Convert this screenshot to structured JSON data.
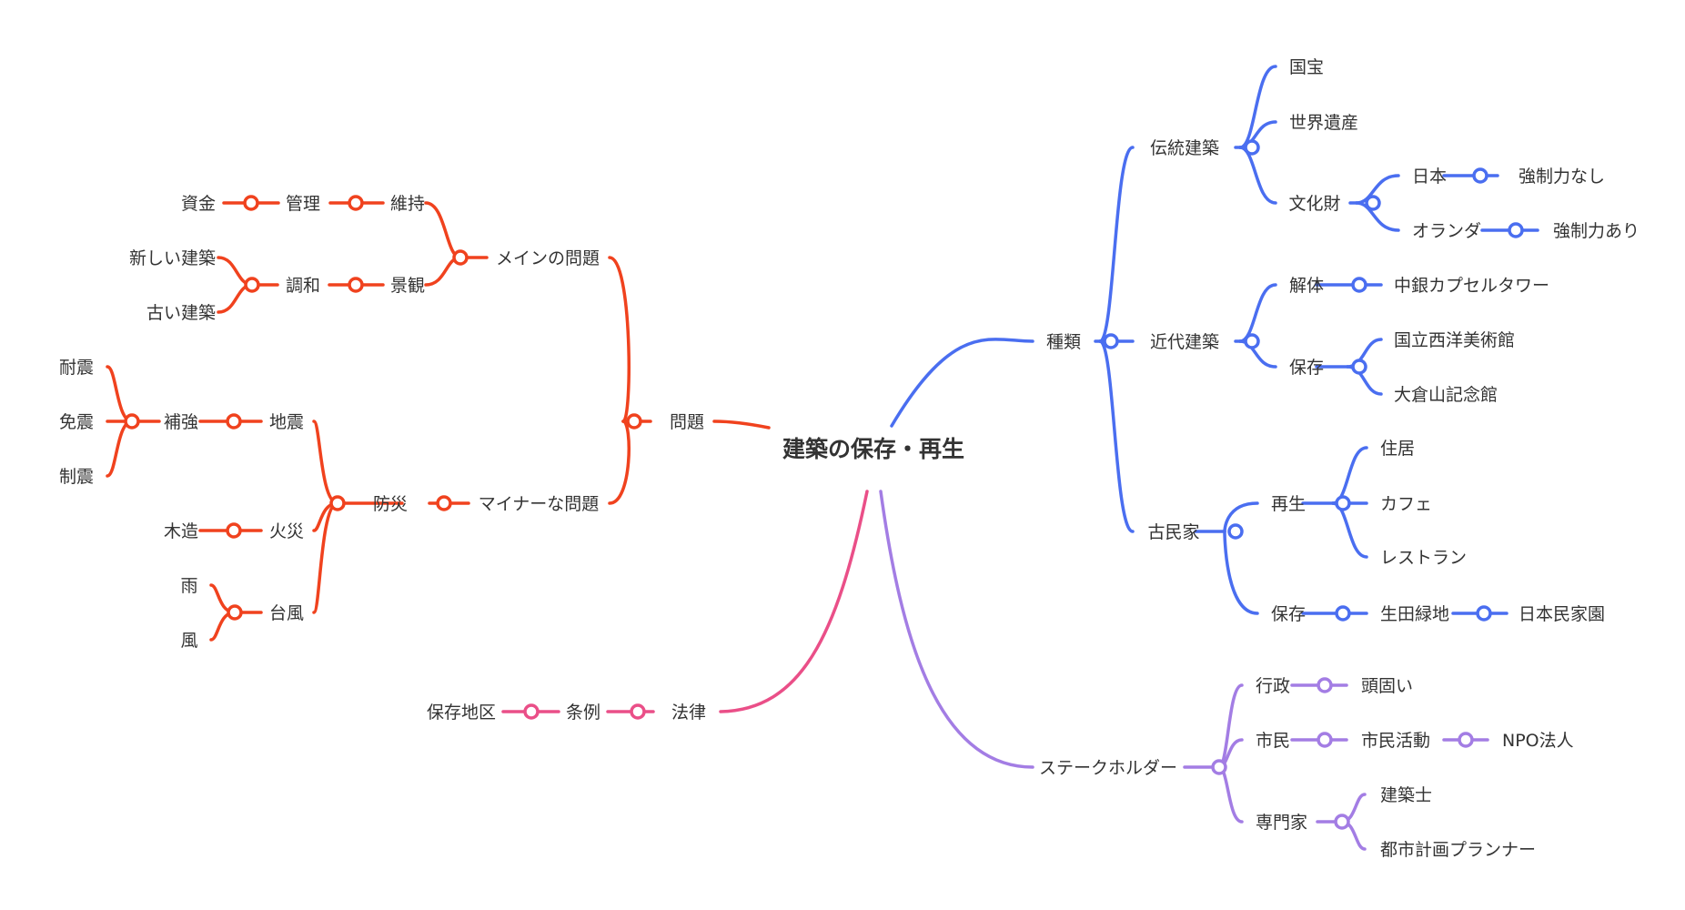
{
  "root": "建築の保存・再生",
  "colors": {
    "type": "#4a6ef0",
    "problem": "#f0421e",
    "law": "#ea4f88",
    "stakeholder": "#a37de4",
    "text": "#333333",
    "node_fill": "#ffffff"
  },
  "branches": {
    "type": {
      "label": "種類",
      "traditional": {
        "label": "伝統建築",
        "kokuho": "国宝",
        "sekai": "世界遺産",
        "bunkazai": "文化財",
        "nihon": "日本",
        "nihon_force": "強制力なし",
        "holland": "オランダ",
        "holland_force": "強制力あり"
      },
      "modern": {
        "label": "近代建築",
        "kaitai": "解体",
        "capsule": "中銀カプセルタワー",
        "hozon": "保存",
        "seiyo": "国立西洋美術館",
        "okura": "大倉山記念館"
      },
      "kominka": {
        "label": "古民家",
        "saisei": "再生",
        "jukyo": "住居",
        "cafe": "カフェ",
        "restaurant": "レストラン",
        "hozon": "保存",
        "ikuta": "生田緑地",
        "minkaen": "日本民家園"
      }
    },
    "problem": {
      "label": "問題",
      "main": {
        "label": "メインの問題",
        "iji": "維持",
        "kanri": "管理",
        "shikin": "資金",
        "keikan": "景観",
        "chowa": "調和",
        "new_arch": "新しい建築",
        "old_arch": "古い建築"
      },
      "minor": {
        "label": "マイナーな問題",
        "bosai": "防災",
        "jishin": "地震",
        "hokyo": "補強",
        "taishin": "耐震",
        "menshin": "免震",
        "seishin": "制震",
        "kasai": "火災",
        "mokuzo": "木造",
        "taifu": "台風",
        "ame": "雨",
        "kaze": "風"
      }
    },
    "law": {
      "label": "法律",
      "jorei": "条例",
      "chiku": "保存地区"
    },
    "stakeholder": {
      "label": "ステークホルダー",
      "gyosei": "行政",
      "atamagatai": "頭固い",
      "shimin": "市民",
      "katsudo": "市民活動",
      "npo": "NPO法人",
      "senmonka": "専門家",
      "kenchikushi": "建築士",
      "planner": "都市計画プランナー"
    }
  }
}
